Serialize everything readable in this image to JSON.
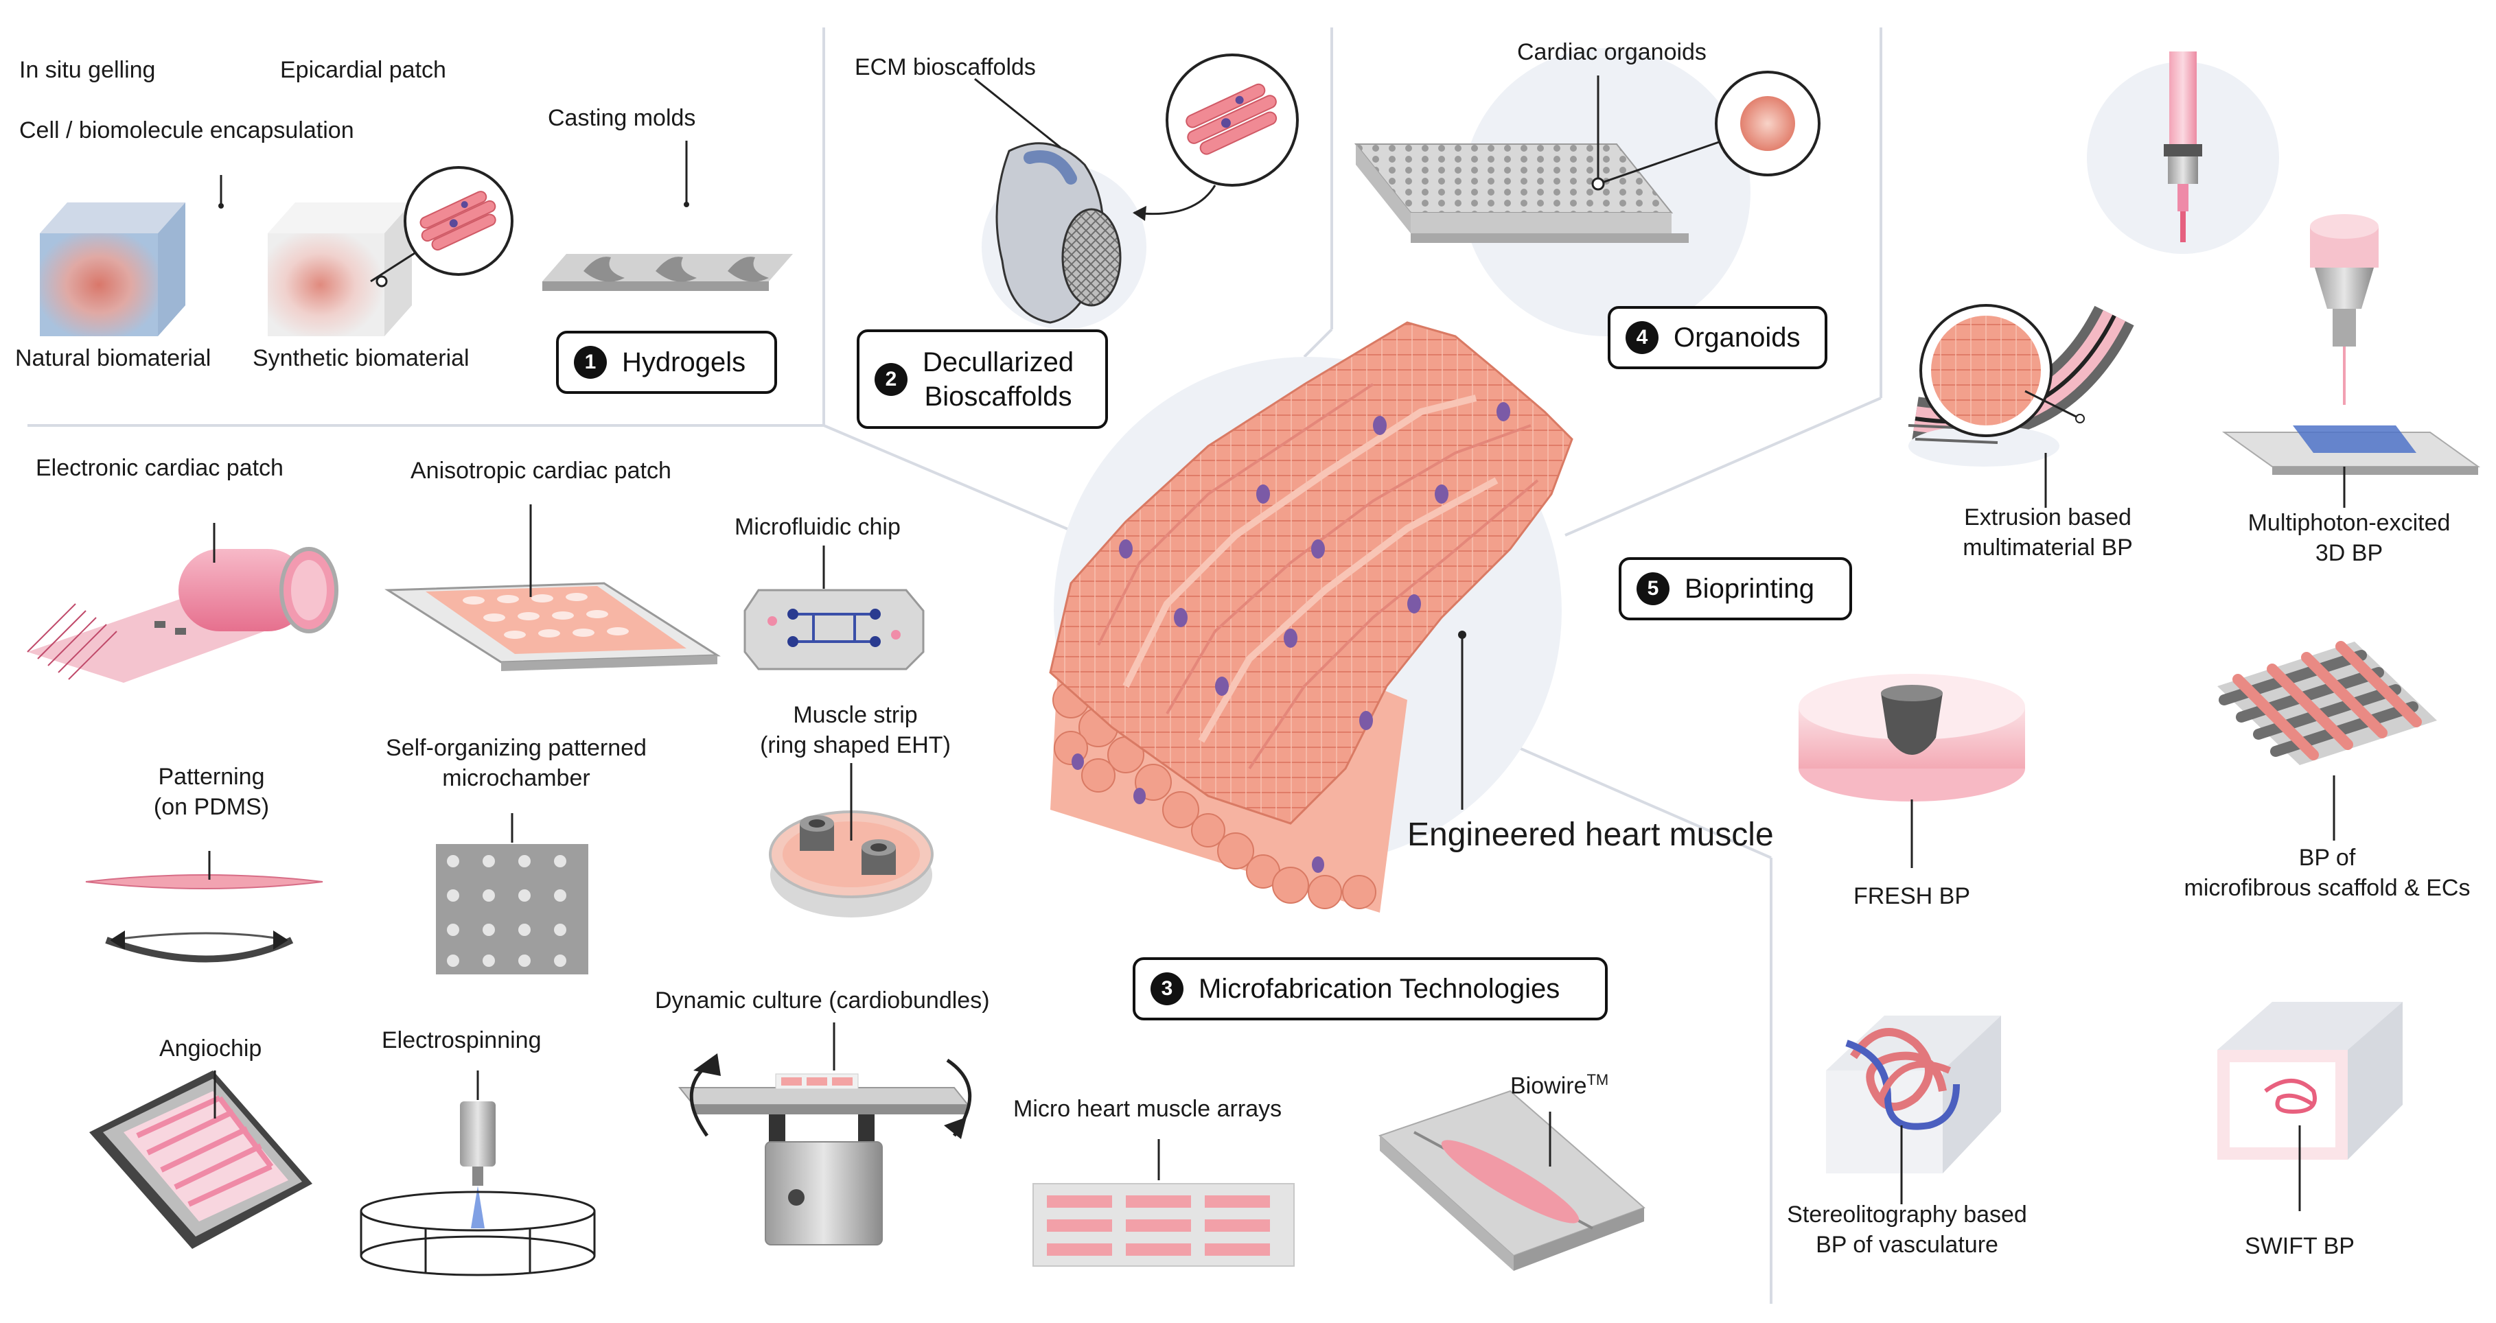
{
  "sections": {
    "hydrogels": {
      "number": "1",
      "title": "Hydrogels"
    },
    "decell": {
      "number": "2",
      "title_line1": "Decullarized",
      "title_line2": "Bioscaffolds"
    },
    "microfab": {
      "number": "3",
      "title": "Microfabrication Technologies"
    },
    "organoids": {
      "number": "4",
      "title": "Organoids"
    },
    "bioprinting": {
      "number": "5",
      "title": "Bioprinting"
    }
  },
  "center_label": "Engineered heart muscle",
  "labels": {
    "in_situ": "In situ gelling",
    "epicardial": "Epicardial patch",
    "encapsulation": "Cell / biomolecule encapsulation",
    "casting": "Casting molds",
    "natural": "Natural biomaterial",
    "synthetic": "Synthetic biomaterial",
    "ecm": "ECM bioscaffolds",
    "cardiac_organoids": "Cardiac organoids",
    "electronic_patch": "Electronic cardiac patch",
    "anisotropic_patch": "Anisotropic cardiac patch",
    "microfluidic": "Microfluidic chip",
    "muscle_strip_1": "Muscle strip",
    "muscle_strip_2": "(ring shaped EHT)",
    "patterning_1": "Patterning",
    "patterning_2": "(on PDMS)",
    "self_org_1": "Self-organizing patterned",
    "self_org_2": "microchamber",
    "angiochip": "Angiochip",
    "electrospinning": "Electrospinning",
    "dynamic": "Dynamic culture (cardiobundles)",
    "micro_arrays": "Micro heart muscle arrays",
    "biowire": "Biowire",
    "biowire_sup": "TM",
    "extrusion_1": "Extrusion based",
    "extrusion_2": "multimaterial BP",
    "multiphoton_1": "Multiphoton-excited",
    "multiphoton_2": "3D BP",
    "fresh": "FRESH BP",
    "microfibrous_1": "BP of",
    "microfibrous_2": "microfibrous scaffold & ECs",
    "stereo_1": "Stereolitography based",
    "stereo_2": "BP of vasculature",
    "swift": "SWIFT BP"
  },
  "colors": {
    "tissue": "#f2a08c",
    "tissue_dark": "#e0806c",
    "nucleus": "#7b5aa6",
    "pink_accent": "#e9607a",
    "halo": "#eef1f6",
    "blue": "#5a72c8",
    "divider": "#d7dbe3"
  }
}
